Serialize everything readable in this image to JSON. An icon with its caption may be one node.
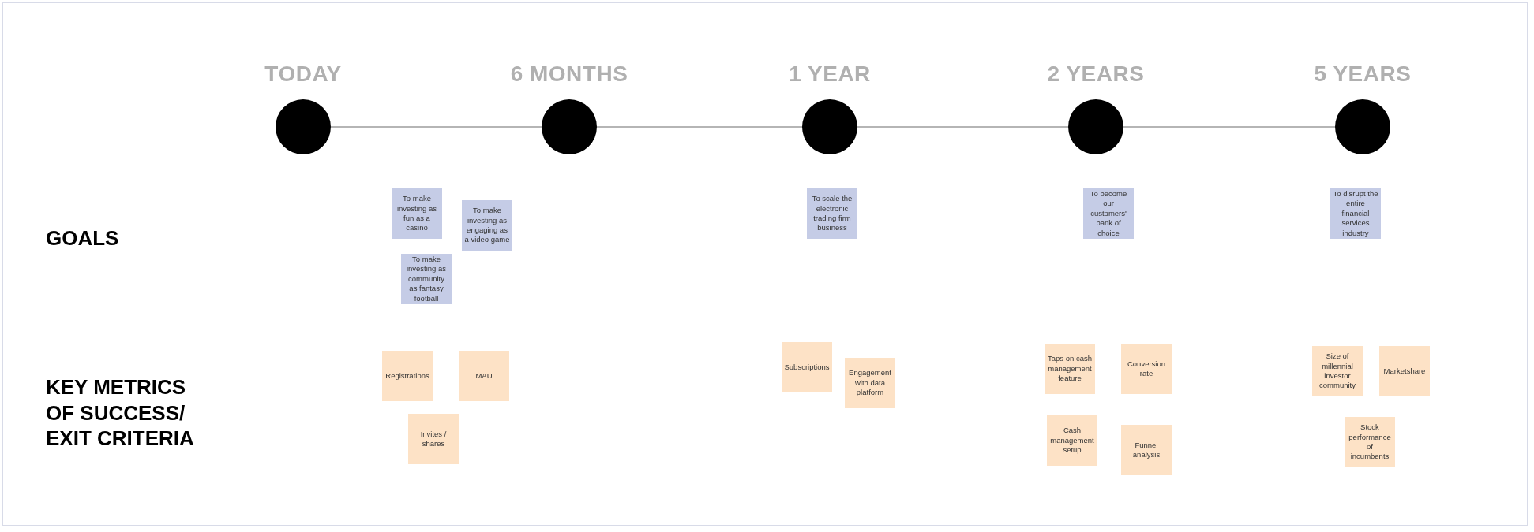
{
  "diagram": {
    "nodes": [
      {
        "text": [
          "TODAY"
        ]
      },
      {
        "text": [
          "6 MONTHS"
        ]
      },
      {
        "text": [
          "1 YEAR"
        ]
      },
      {
        "text": [
          "2 YEARS"
        ]
      },
      {
        "text": [
          "5 YEARS"
        ]
      },
      {
        "text": [
          "To make investing as fun as a casino"
        ]
      },
      {
        "text": [
          "To make investing as engaging as a video game"
        ]
      },
      {
        "text": [
          "To make investing as community as fantasy football"
        ]
      },
      {
        "text": [
          "To scale the electronic trading firm business"
        ]
      },
      {
        "text": [
          "To become our customers' bank of choice"
        ]
      },
      {
        "text": [
          "To disrupt the entire financial services industry"
        ]
      },
      {
        "text": [
          "Registrations"
        ]
      },
      {
        "text": [
          "MAU"
        ]
      },
      {
        "text": [
          "Invites / shares"
        ]
      },
      {
        "text": [
          "Subscriptions"
        ]
      },
      {
        "text": [
          "Engagement with data platform"
        ]
      },
      {
        "text": [
          "Taps on cash management feature"
        ]
      },
      {
        "text": [
          "Conversion rate"
        ]
      },
      {
        "text": [
          "Cash management setup"
        ]
      },
      {
        "text": [
          "Funnel analysis"
        ]
      },
      {
        "text": [
          "Size of millennial investor community"
        ]
      },
      {
        "text": [
          "Marketshare"
        ]
      },
      {
        "text": [
          "Stock performance of incumbents"
        ]
      }
    ],
    "edges": [
      {
        "from": 0,
        "to": 1,
        "arrow": "none"
      },
      {
        "from": 1,
        "to": 2,
        "arrow": "none"
      },
      {
        "from": 2,
        "to": 3,
        "arrow": "none"
      },
      {
        "from": 3,
        "to": 4,
        "arrow": "none"
      }
    ],
    "labels": [
      "GOALS",
      "KEY METRICS OF SUCCESS/ EXIT CRITERIA"
    ]
  }
}
